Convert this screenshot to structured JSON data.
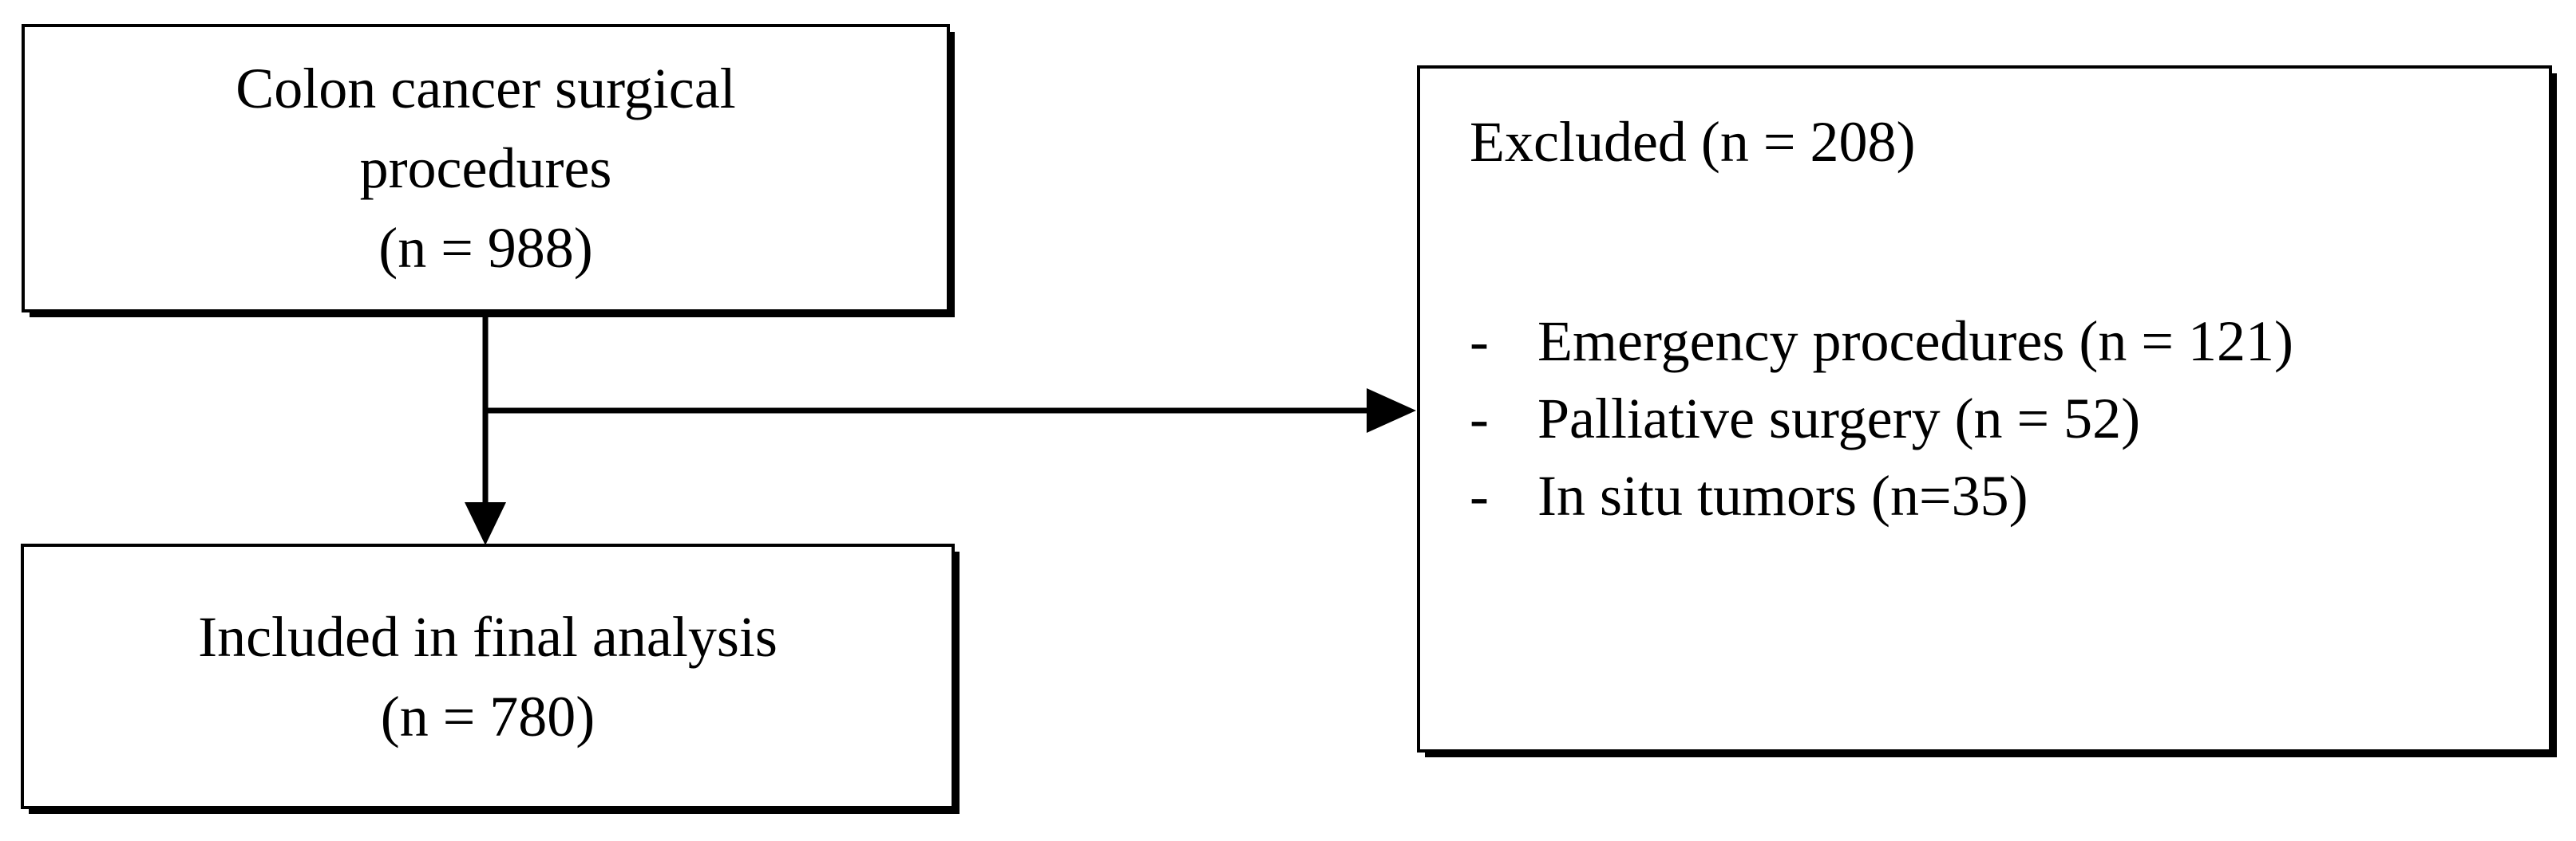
{
  "figure": {
    "type": "flow-diagram",
    "background_color": "#ffffff",
    "line_color": "#000000",
    "nodes": {
      "source": {
        "lines": [
          "Colon cancer surgical",
          "procedures",
          "(n = 988)"
        ],
        "n": 988
      },
      "included": {
        "lines": [
          "Included in final analysis",
          "(n = 780)"
        ],
        "n": 780
      },
      "excluded": {
        "title": "Excluded (n = 208)",
        "n": 208,
        "bullet_char": "-",
        "items": [
          {
            "label": "Emergency procedures (n = 121)",
            "n": 121
          },
          {
            "label": "Palliative surgery (n = 52)",
            "n": 52
          },
          {
            "label": "In situ tumors (n=35)",
            "n": 35
          }
        ]
      }
    },
    "edges": [
      {
        "from": "source",
        "to": "included",
        "direction": "down"
      },
      {
        "from": "source",
        "to": "excluded",
        "direction": "right"
      }
    ]
  }
}
